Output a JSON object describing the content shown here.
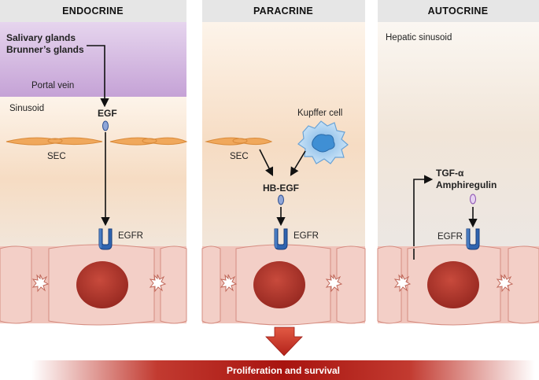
{
  "panels": {
    "endocrine": {
      "title": "ENDOCRINE",
      "source_line1": "Salivary glands",
      "source_line2": "Brunner’s glands",
      "portal_vein": "Portal vein",
      "sinusoid": "Sinusoid",
      "ligand": "EGF",
      "sec": "SEC",
      "receptor": "EGFR"
    },
    "paracrine": {
      "title": "PARACRINE",
      "kupffer": "Kupffer cell",
      "sec": "SEC",
      "ligand": "HB-EGF",
      "receptor": "EGFR"
    },
    "autocrine": {
      "title": "AUTOCRINE",
      "sinusoid": "Hepatic sinusoid",
      "ligand_line1": "TGF-α",
      "ligand_line2": "Amphiregulin",
      "receptor": "EGFR"
    }
  },
  "outcome": "Proliferation and survival",
  "colors": {
    "header_bg": "#e6e6e6",
    "portal_purple": "#c9a8d9",
    "sinusoid_peach": "#f6dcc4",
    "hepatocyte": "#f0c4bb",
    "nucleus": "#b03228",
    "receptor_blue": "#2f64b0",
    "kupffer_blue": "#a9d0ef",
    "banner_red": "#b8221c"
  }
}
